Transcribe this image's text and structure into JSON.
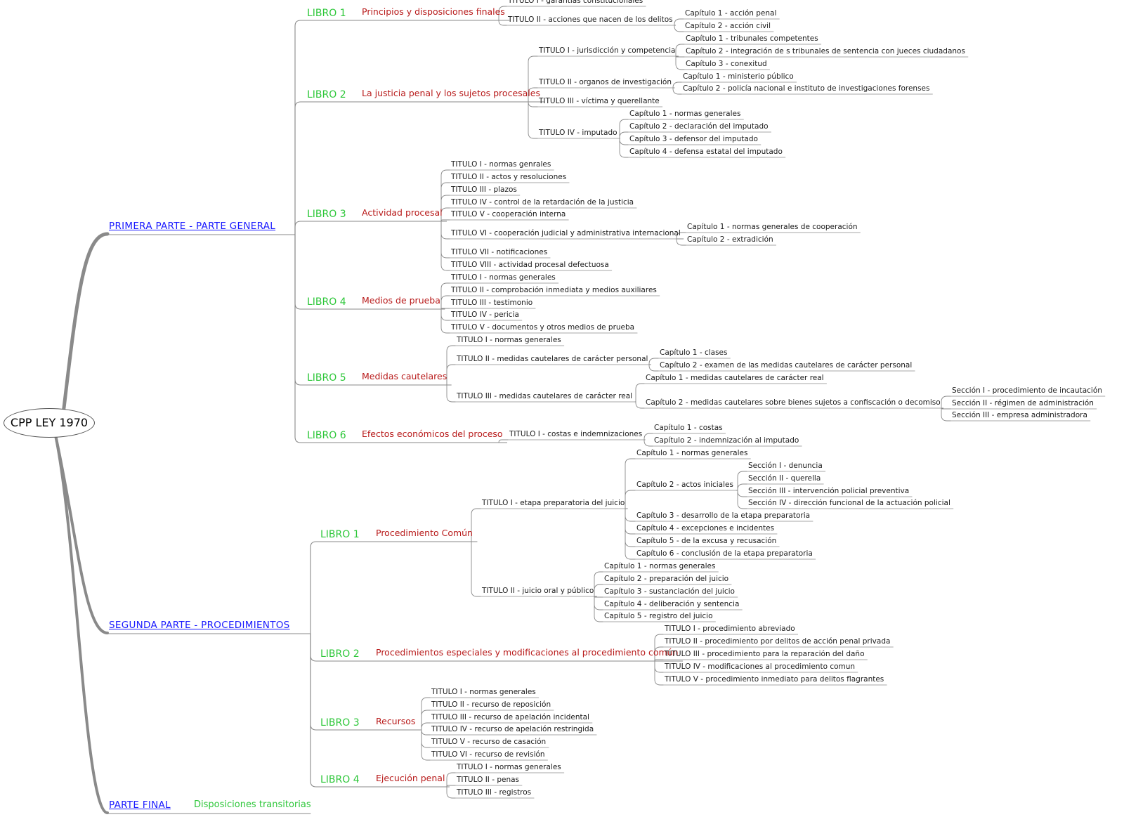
{
  "root": {
    "label": "CPP LEY 1970"
  },
  "parts": [
    {
      "label": "PRIMERA PARTE - PARTE GENERAL",
      "libros": [
        {
          "label": "LIBRO 1",
          "title": "Principios y disposiciones finales",
          "titulos": [
            {
              "label": "TITULO I - garantías constitucionales",
              "children": []
            },
            {
              "label": "TITULO II - acciones que nacen de los delitos",
              "children": [
                {
                  "label": "Capítulo 1 - acción penal",
                  "children": []
                },
                {
                  "label": "Capítulo 2 - acción civil",
                  "children": []
                }
              ]
            }
          ]
        },
        {
          "label": "LIBRO 2",
          "title": "La justicia penal y los sujetos procesales",
          "titulos": [
            {
              "label": "TITULO I - jurisdicción y competencia",
              "children": [
                {
                  "label": "Capítulo 1 - tribunales competentes",
                  "children": []
                },
                {
                  "label": "Capítulo 2 - integración de s tribunales de sentencia con jueces ciudadanos",
                  "children": []
                },
                {
                  "label": "Capítulo 3 - conexitud",
                  "children": []
                }
              ]
            },
            {
              "label": "TITULO II - organos de investigación",
              "children": [
                {
                  "label": "Capítulo 1 - ministerio público",
                  "children": []
                },
                {
                  "label": "Capítulo 2 - policía nacional e instituto de investigaciones forenses",
                  "children": []
                }
              ]
            },
            {
              "label": "TITULO III - víctima y querellante",
              "children": []
            },
            {
              "label": "TITULO IV - imputado",
              "children": [
                {
                  "label": "Capítulo 1 - normas generales",
                  "children": []
                },
                {
                  "label": "Capítulo 2 - declaración del imputado",
                  "children": []
                },
                {
                  "label": "Capítulo 3 - defensor del imputado",
                  "children": []
                },
                {
                  "label": "Capítulo 4 - defensa estatal del imputado",
                  "children": []
                }
              ]
            }
          ]
        },
        {
          "label": "LIBRO 3",
          "title": "Actividad procesal",
          "titulos": [
            {
              "label": "TITULO I - normas genrales",
              "children": []
            },
            {
              "label": "TITULO II - actos y resoluciones",
              "children": []
            },
            {
              "label": "TITULO III - plazos",
              "children": []
            },
            {
              "label": "TITULO IV - control de la retardación de la justicia",
              "children": []
            },
            {
              "label": "TITULO V - cooperación interna",
              "children": []
            },
            {
              "label": "TITULO VI - cooperación judicial y administrativa internacional",
              "children": [
                {
                  "label": "Capítulo 1 - normas generales de cooperación",
                  "children": []
                },
                {
                  "label": "Capítulo 2 - extradición",
                  "children": []
                }
              ]
            },
            {
              "label": "TITULO VII - notificaciones",
              "children": []
            },
            {
              "label": "TITULO VIII - actividad procesal defectuosa",
              "children": []
            }
          ]
        },
        {
          "label": "LIBRO 4",
          "title": "Medios de prueba",
          "titulos": [
            {
              "label": "TITULO I - normas generales",
              "children": []
            },
            {
              "label": "TITULO II - comprobación inmediata y medios auxiliares",
              "children": []
            },
            {
              "label": "TITULO III - testimonio",
              "children": []
            },
            {
              "label": "TITULO IV - pericia",
              "children": []
            },
            {
              "label": "TITULO V - documentos y otros medios de prueba",
              "children": []
            }
          ]
        },
        {
          "label": "LIBRO 5",
          "title": "Medidas cautelares",
          "titulos": [
            {
              "label": "TITULO I - normas generales",
              "children": []
            },
            {
              "label": "TITULO II - medidas cautelares de carácter personal",
              "children": [
                {
                  "label": "Capítulo 1 - clases",
                  "children": []
                },
                {
                  "label": "Capítulo 2 - examen de las medidas cautelares de carácter personal",
                  "children": []
                }
              ]
            },
            {
              "label": "TITULO III -  medidas cautelares de carácter real",
              "children": [
                {
                  "label": "Capítulo 1 - medidas cautelares de carácter real",
                  "children": []
                },
                {
                  "label": "Capítulo 2 - medidas cautelares sobre bienes sujetos a confiscación o decomiso",
                  "children": [
                    {
                      "label": "Sección I - procedimiento de incautación",
                      "children": []
                    },
                    {
                      "label": "Sección II - régimen de administración",
                      "children": []
                    },
                    {
                      "label": "Sección III - empresa administradora",
                      "children": []
                    }
                  ]
                }
              ]
            }
          ]
        },
        {
          "label": "LIBRO 6",
          "title": "Efectos económicos del proceso",
          "titulos": [
            {
              "label": "TITULO I - costas e indemnizaciones",
              "children": [
                {
                  "label": "Capítulo 1 - costas",
                  "children": []
                },
                {
                  "label": "Capítulo 2 -  indemnización al imputado",
                  "children": []
                }
              ]
            }
          ]
        }
      ]
    },
    {
      "label": "SEGUNDA PARTE - PROCEDIMIENTOS",
      "libros": [
        {
          "label": "LIBRO 1",
          "title": "Procedimiento Común",
          "titulos": [
            {
              "label": "TITULO I - etapa preparatoria del juicio",
              "children": [
                {
                  "label": "Capítulo 1 - normas generales",
                  "children": []
                },
                {
                  "label": "Capítulo 2 - actos iniciales",
                  "children": [
                    {
                      "label": "Sección I - denuncia",
                      "children": []
                    },
                    {
                      "label": "Sección II - querella",
                      "children": []
                    },
                    {
                      "label": "Sección III - intervención policial preventiva",
                      "children": []
                    },
                    {
                      "label": "Sección IV - dirección funcional de la actuación policial",
                      "children": []
                    }
                  ]
                },
                {
                  "label": "Capítulo 3 - desarrollo de la etapa preparatoria",
                  "children": []
                },
                {
                  "label": "Capítulo 4 - excepciones e incidentes",
                  "children": []
                },
                {
                  "label": "Capítulo 5 - de la excusa y recusación",
                  "children": []
                },
                {
                  "label": "Capítulo 6 -  conclusión de la etapa preparatoria",
                  "children": []
                }
              ]
            },
            {
              "label": "TITULO II - juicio oral y público",
              "children": [
                {
                  "label": "Capítulo 1 - normas generales",
                  "children": []
                },
                {
                  "label": "Capítulo 2 - preparación del juicio",
                  "children": []
                },
                {
                  "label": "Capítulo 3 - sustanciación del juicio",
                  "children": []
                },
                {
                  "label": "Capítulo 4 - deliberación y sentencia",
                  "children": []
                },
                {
                  "label": "Capítulo 5 - registro del juicio",
                  "children": []
                }
              ]
            }
          ]
        },
        {
          "label": "LIBRO 2",
          "title": "Procedimientos especiales y modificaciones al procedimiento común",
          "titulos": [
            {
              "label": "TITULO I - procedimiento abreviado",
              "children": []
            },
            {
              "label": "TITULO II - procedimiento por delitos de acción penal privada",
              "children": []
            },
            {
              "label": "TITULO III - procedimiento para la reparación del daño",
              "children": []
            },
            {
              "label": "TITULO IV - modificaciones al procedimiento comun",
              "children": []
            },
            {
              "label": "TITULO V - procedimiento inmediato para delitos flagrantes",
              "children": []
            }
          ]
        },
        {
          "label": "LIBRO 3",
          "title": "Recursos",
          "titulos": [
            {
              "label": "TITULO I - normas generales",
              "children": []
            },
            {
              "label": "TITULO II - recurso de reposición",
              "children": []
            },
            {
              "label": "TITULO III - recurso de apelación incidental",
              "children": []
            },
            {
              "label": "TITULO IV - recurso de apelación restringida",
              "children": []
            },
            {
              "label": "TITULO V - recurso de casación",
              "children": []
            },
            {
              "label": "TITULO VI -  recurso de revisión",
              "children": []
            }
          ]
        },
        {
          "label": "LIBRO 4",
          "title": "Ejecución penal",
          "titulos": [
            {
              "label": "TITULO I - normas generales",
              "children": []
            },
            {
              "label": "TITULO II - penas",
              "children": []
            },
            {
              "label": "TITULO III - registros",
              "children": []
            }
          ]
        }
      ]
    },
    {
      "label": "PARTE FINAL",
      "note": "Disposiciones transitorias",
      "libros": []
    }
  ],
  "colors": {
    "part": "#1a1aff",
    "libro": "#2ec73a",
    "book_title": "#b81a1a",
    "leaf": "#1a1a1a",
    "line": "#8a8a8a"
  }
}
